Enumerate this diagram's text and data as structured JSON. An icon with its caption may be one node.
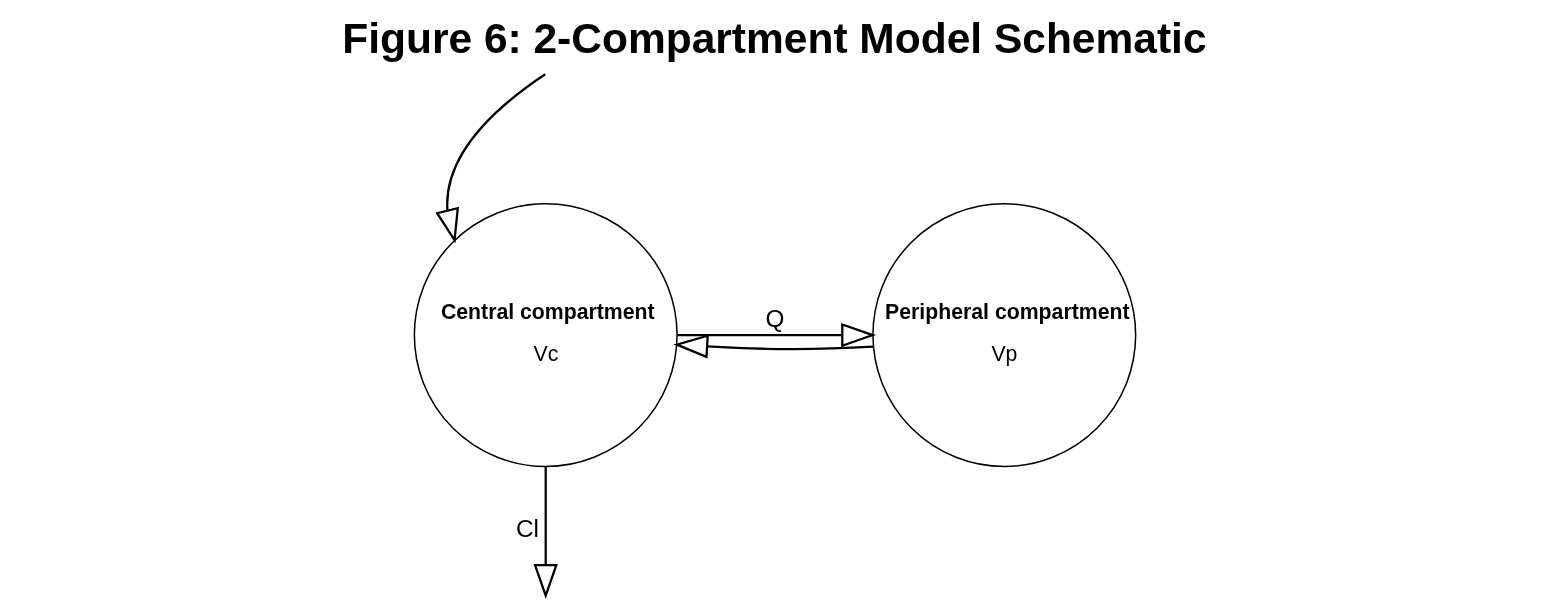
{
  "diagram": {
    "title": "Figure 6: 2-Compartment Model Schematic",
    "nodes": [
      {
        "text": [
          "Central compartment",
          "Vc"
        ]
      },
      {
        "text": [
          "Peripheral compartment",
          "Vp"
        ]
      }
    ],
    "edges": [
      {
        "from": null,
        "to": 0,
        "arrow": "to"
      },
      {
        "from": 0,
        "to": 1,
        "arrow": "to",
        "label": "Q"
      },
      {
        "from": 1,
        "to": 0,
        "arrow": "to"
      },
      {
        "from": 0,
        "to": null,
        "arrow": "to",
        "label": "Cl"
      }
    ]
  }
}
